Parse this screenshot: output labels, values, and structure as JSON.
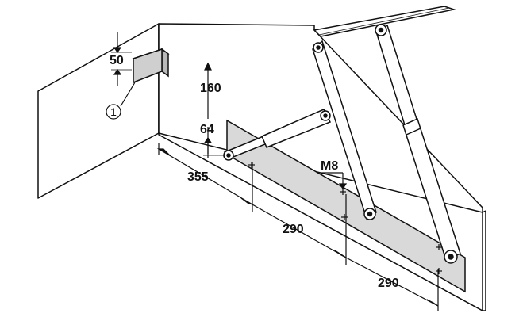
{
  "diagram": {
    "dimensions": {
      "d50": "50",
      "d160": "160",
      "d64": "64",
      "d355": "355",
      "d290a": "290",
      "d290b": "290",
      "screw": "M8"
    },
    "callout": {
      "number": "1"
    },
    "colors": {
      "line": "#111111",
      "panel": "#ffffff",
      "plate": "#d9d9d9",
      "block": "#cfcfcf",
      "arm": "#ffffff"
    }
  }
}
